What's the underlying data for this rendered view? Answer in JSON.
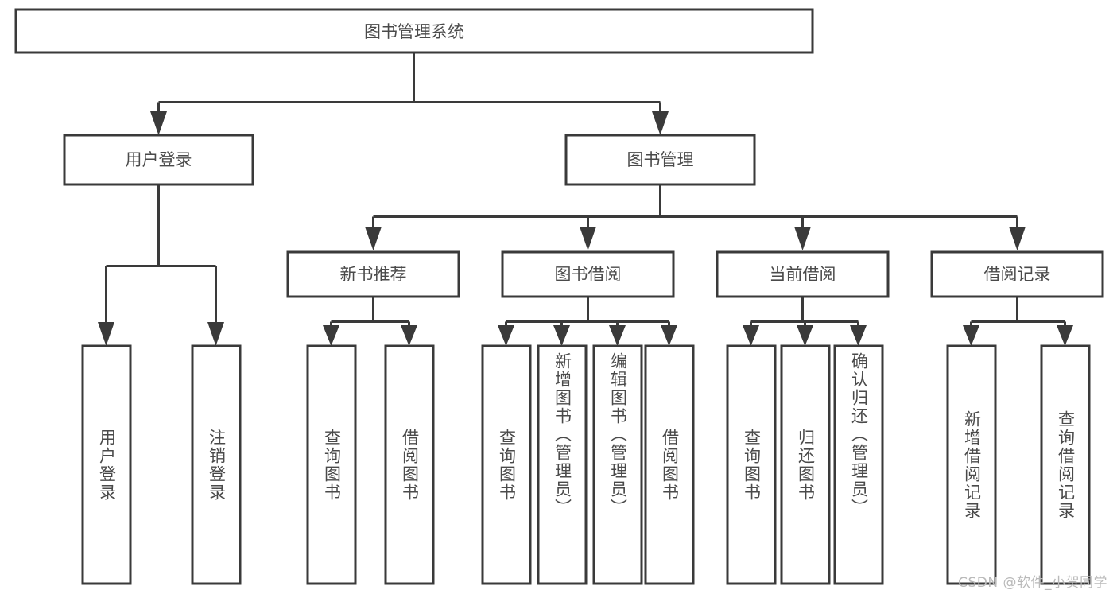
{
  "diagram": {
    "type": "tree",
    "title": "图书管理系统",
    "orientation": "top-down",
    "colors": {
      "box_stroke": "#3a3a3a",
      "box_fill": "#ffffff",
      "text": "#4a4a4a",
      "connector": "#3a3a3a",
      "background": "#ffffff",
      "watermark": "#b9b9b9"
    },
    "root": {
      "label": "图书管理系统"
    },
    "level2": [
      {
        "id": "user-login",
        "label": "用户登录"
      },
      {
        "id": "book-manage",
        "label": "图书管理"
      }
    ],
    "level3": [
      {
        "id": "new-book-recommend",
        "label": "新书推荐",
        "parent": "book-manage"
      },
      {
        "id": "book-borrow",
        "label": "图书借阅",
        "parent": "book-manage"
      },
      {
        "id": "current-borrow",
        "label": "当前借阅",
        "parent": "book-manage"
      },
      {
        "id": "borrow-record",
        "label": "借阅记录",
        "parent": "book-manage"
      }
    ],
    "leaves": {
      "user_login": [
        {
          "id": "leaf-user-login",
          "label": "用户登录"
        },
        {
          "id": "leaf-logout",
          "label": "注销登录"
        }
      ],
      "new_book_recommend": [
        {
          "id": "leaf-query-book-1",
          "label": "查询图书"
        },
        {
          "id": "leaf-borrow-book-1",
          "label": "借阅图书"
        }
      ],
      "book_borrow": [
        {
          "id": "leaf-query-book-2",
          "label": "查询图书"
        },
        {
          "id": "leaf-add-book",
          "label": "新增图书（管理员）"
        },
        {
          "id": "leaf-edit-book",
          "label": "编辑图书（管理员）"
        },
        {
          "id": "leaf-borrow-book-2",
          "label": "借阅图书"
        }
      ],
      "current_borrow": [
        {
          "id": "leaf-query-book-3",
          "label": "查询图书"
        },
        {
          "id": "leaf-return-book",
          "label": "归还图书"
        },
        {
          "id": "leaf-confirm-return",
          "label": "确认归还（管理员）"
        }
      ],
      "borrow_record": [
        {
          "id": "leaf-add-record",
          "label": "新增借阅记录"
        },
        {
          "id": "leaf-query-record",
          "label": "查询借阅记录"
        }
      ]
    }
  },
  "watermark": {
    "text": "CSDN @软件_小贺同学"
  }
}
